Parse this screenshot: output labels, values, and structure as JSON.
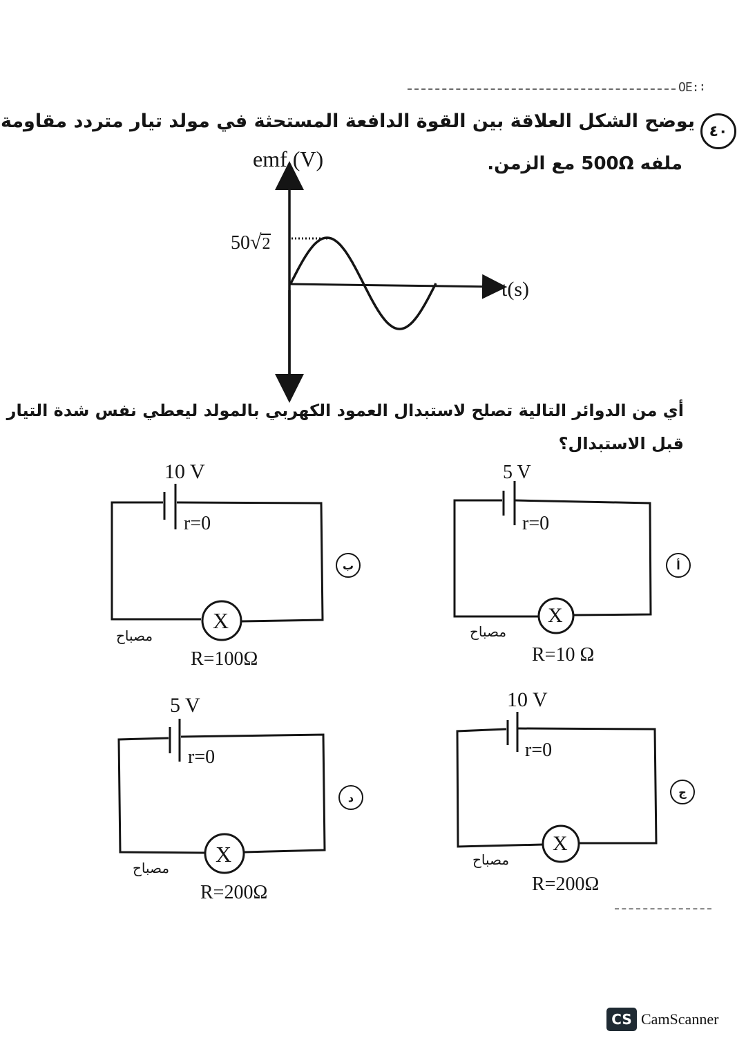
{
  "header": {
    "corner_mark": "OE:∶"
  },
  "question": {
    "number": "٤٠",
    "line1": "يوضح الشكل العلاقة بين القوة الدافعة المستحثة في مولد تيار متردد مقاومة",
    "line2": "ملفه 500Ω مع الزمن.",
    "prompt_line1": "أي من الدوائر التالية تصلح لاستبدال العمود الكهربي بالمولد ليعطي نفس شدة التيار",
    "prompt_line2": "قبل الاستبدال؟"
  },
  "graph": {
    "y_axis_label": "emf (V)",
    "x_axis_label": "t(s)",
    "peak_label": "50",
    "peak_radical": "2",
    "cycles_shown": 1
  },
  "circuits": [
    {
      "option": "أ",
      "voltage": "5 V",
      "internal_resistance": "r=0",
      "lamp_symbol": "X",
      "lamp_label": "مصباح",
      "resistance": "R=10 Ω"
    },
    {
      "option": "ب",
      "voltage": "10 V",
      "internal_resistance": "r=0",
      "lamp_symbol": "X",
      "lamp_label": "مصباح",
      "resistance": "R=100Ω"
    },
    {
      "option": "ج",
      "voltage": "10 V",
      "internal_resistance": "r=0",
      "lamp_symbol": "X",
      "lamp_label": "مصباح",
      "resistance": "R=200Ω"
    },
    {
      "option": "د",
      "voltage": "5 V",
      "internal_resistance": "r=0",
      "lamp_symbol": "X",
      "lamp_label": "مصباح",
      "resistance": "R=200Ω"
    }
  ],
  "footer": {
    "badge": "CS",
    "brand": "CamScanner"
  }
}
